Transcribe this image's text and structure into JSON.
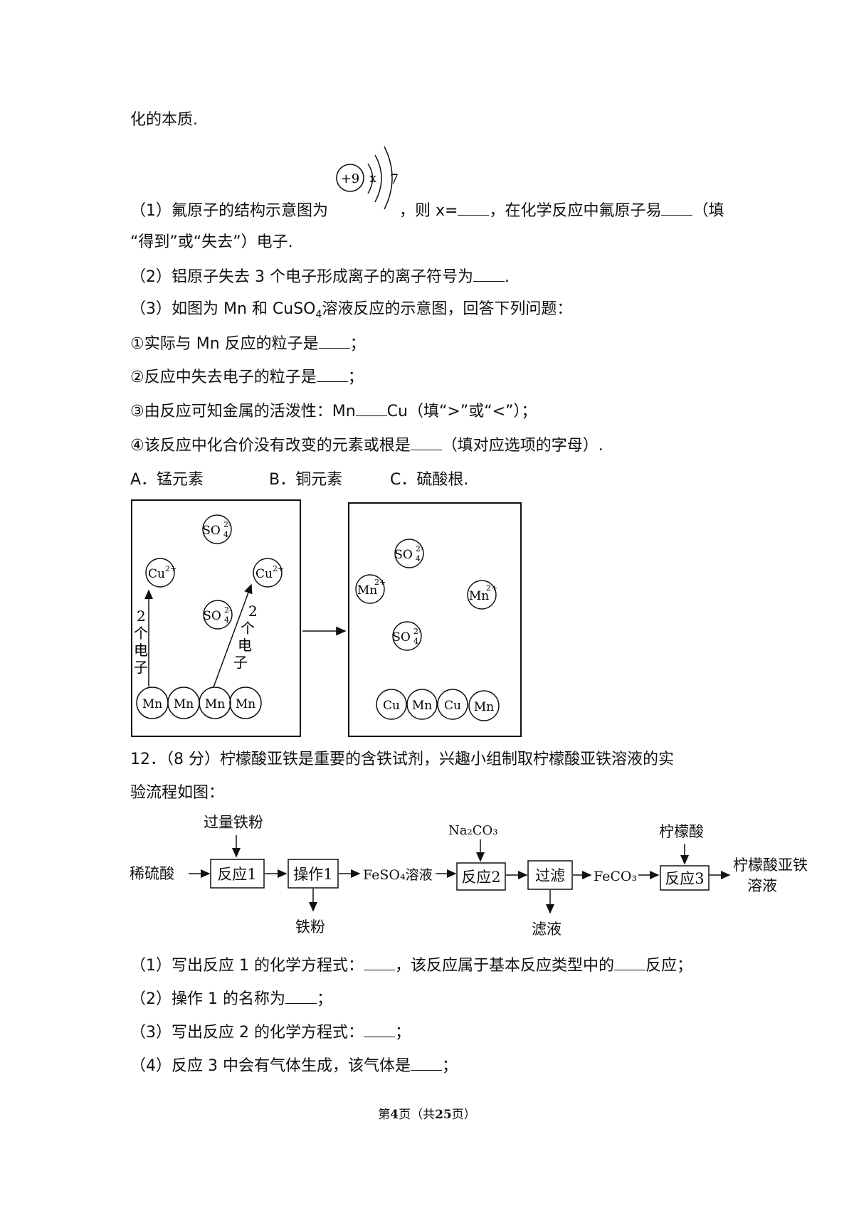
{
  "intro": "化的本质.",
  "q1": {
    "pre": "（1）氟原子的结构示意图为",
    "mid1": "，则 x=",
    "mid2": "，在化学反应中氟原子易",
    "post": "（填",
    "line2": "“得到”或“失去”）电子."
  },
  "atom": {
    "nucleus": "+9",
    "shell1": "x",
    "shell2": "7"
  },
  "q2": {
    "text": "（2）铝原子失去 3 个电子形成离子的离子符号为",
    "end": "."
  },
  "q3": {
    "pre": "（3）如图为 Mn 和 CuSO",
    "sub": "4",
    "post": "溶液反应的示意图，回答下列问题："
  },
  "s1": {
    "text": "①实际与 Mn 反应的粒子是",
    "end": "；"
  },
  "s2": {
    "text": "②反应中失去电子的粒子是",
    "end": "；"
  },
  "s3": {
    "pre": "③由反应可知金属的活泼性：Mn",
    "post": "Cu（填“>”或“<”）；"
  },
  "s4": {
    "text": "④该反应中化合价没有改变的元素或根是",
    "end": "（填对应选项的字母）."
  },
  "options": [
    "A．锰元素",
    "B．铜元素",
    "C．硫酸根."
  ],
  "diagram": {
    "so4": "SO",
    "so4_sub": "4",
    "so4_sup": "2-",
    "cu_ion": "Cu",
    "cu_sup": "2+",
    "mn_ion": "Mn",
    "mn_sup": "2+",
    "mn": "Mn",
    "cu": "Cu",
    "arrow_label": [
      "2",
      "个",
      "电",
      "子"
    ]
  },
  "q12": {
    "line1": "12．（8 分）柠檬酸亚铁是重要的含铁试剂，兴趣小组制取柠檬酸亚铁溶液的实",
    "line2": "验流程如图："
  },
  "flow": {
    "start": "稀硫酸",
    "box1": "反应1",
    "top1": "过量铁粉",
    "box2": "操作1",
    "bottom2": "铁粉",
    "mid1": "FeSO₄溶液",
    "box3": "反应2",
    "top3": "Na₂CO₃",
    "box4": "过滤",
    "bottom4": "滤液",
    "mid2": "FeCO₃",
    "box5": "反应3",
    "top5": "柠檬酸",
    "end1": "柠檬酸亚铁",
    "end2": "溶液"
  },
  "p1": {
    "pre": "（1）写出反应 1 的化学方程式：",
    "mid": "，该反应属于基本反应类型中的",
    "post": "反应；"
  },
  "p2": {
    "text": "（2）操作 1 的名称为",
    "end": "；"
  },
  "p3": {
    "text": "（3）写出反应 2 的化学方程式：",
    "end": "；"
  },
  "p4": {
    "text": "（4）反应 3 中会有气体生成，该气体是",
    "end": "；"
  },
  "footer": {
    "pre": "第",
    "page": "4",
    "mid": "页（共",
    "total": "25",
    "post": "页）"
  }
}
